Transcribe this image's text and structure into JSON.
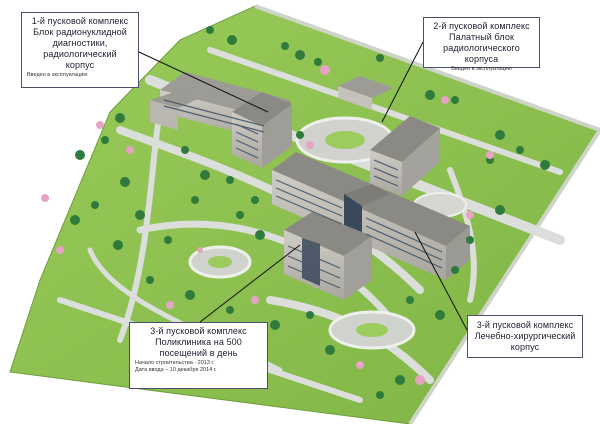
{
  "map": {
    "colors": {
      "grass": "#8fc04f",
      "grass_light": "#a3cf62",
      "path": "#d9dbd8",
      "path_edge": "#f1f2ef",
      "building_wall": "#b8b7b2",
      "building_roof": "#8d8c88",
      "window": "#4a5a6e",
      "tree": "#2e7a3a",
      "blossom": "#e7a0c2",
      "leader_line": "#111111"
    }
  },
  "callouts": [
    {
      "title": "1-й пусковой комплекс\nБлок радионуклидной\nдиагностики,\nрадиологический\nкорпус",
      "note": "Введен в эксплуатацию"
    },
    {
      "title": "2-й пусковой комплекс\nПалатный блок\nрадиологического корпуса",
      "note": "Введен в эксплуатацию"
    },
    {
      "title": "3-й пусковой комплекс\nПоликлиника на 500\nпосещений в день",
      "note": "Начало строительства - 2013 г.\nДата ввода – 10 декабря 2014 г."
    },
    {
      "title": "3-й пусковой комплекс\nЛечебно-хирургический\nкорпус",
      "note": ""
    }
  ]
}
